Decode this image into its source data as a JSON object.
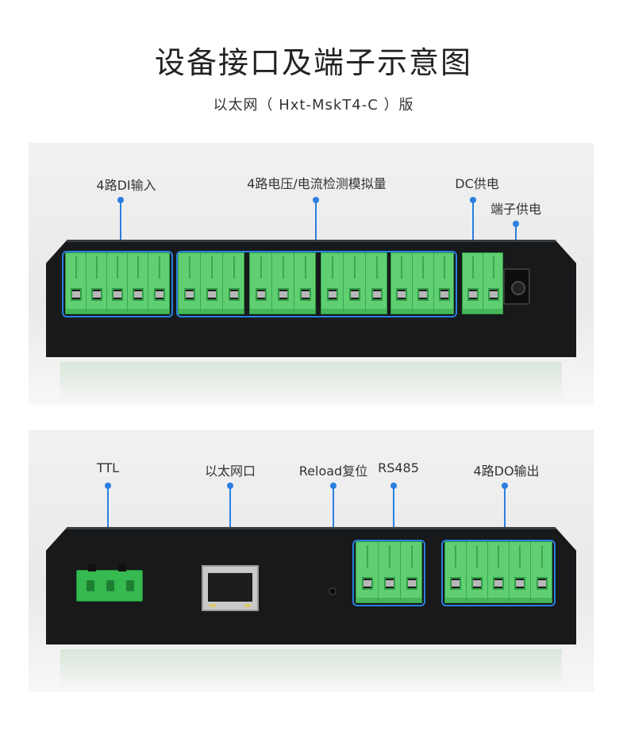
{
  "title": "设备接口及端子示意图",
  "subtitle": "以太网（ Hxt-MskT4-C ）版",
  "top_panel": {
    "labels": {
      "di": "4路DI输入",
      "analog": "4路电压/电流检测模拟量",
      "dc": "DC供电",
      "terminal_power": "端子供电"
    }
  },
  "bottom_panel": {
    "labels": {
      "ttl": "TTL",
      "ethernet": "以太网口",
      "reload": "Reload复位",
      "rs485": "RS485",
      "do": "4路DO输出"
    }
  },
  "colors": {
    "accent": "#2a7fe0",
    "terminal_green": "#5fcf72",
    "device_body": "#17191b"
  }
}
